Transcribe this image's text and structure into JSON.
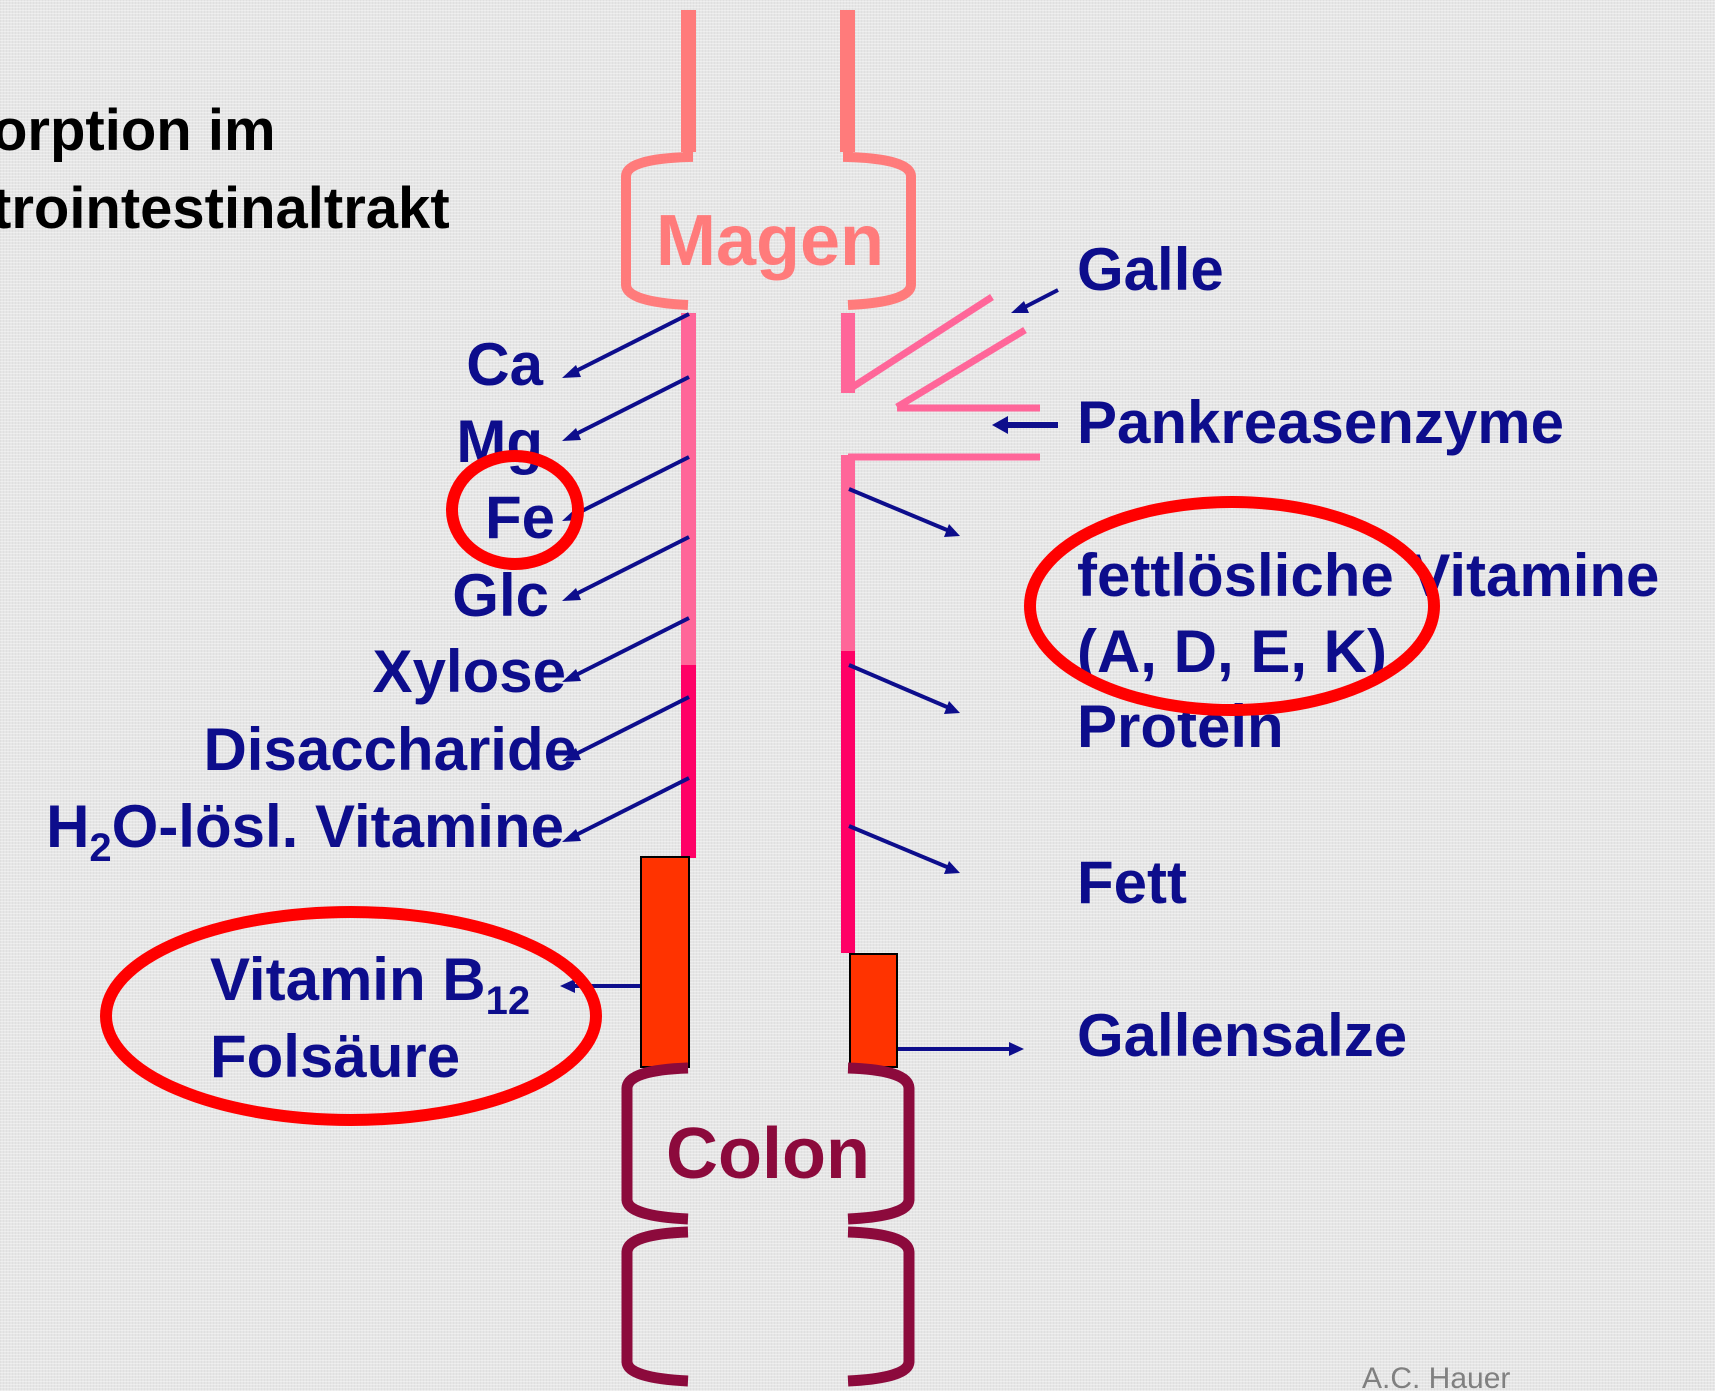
{
  "title": {
    "line1": "orption im",
    "line2": "trointestinaltrakt"
  },
  "organs": {
    "stomach": "Magen",
    "colon": "Colon"
  },
  "left_labels": {
    "ca": "Ca",
    "mg": "Mg",
    "fe": "Fe",
    "glc": "Glc",
    "xylose": "Xylose",
    "disaccharide": "Disaccharide",
    "water_soluble": {
      "prefix": "H",
      "sub": "2",
      "suffix": "O-lösl. Vitamine"
    },
    "b12": {
      "prefix": "Vitamin B",
      "sub": "12"
    },
    "folic": "Folsäure"
  },
  "right_labels": {
    "bile": "Galle",
    "pancreas": "Pankreasenzyme",
    "fat_soluble_line1": "fettlösliche Vitamine",
    "fat_soluble_line2": "(A, D, E, K)",
    "protein": "Protein",
    "fat": "Fett",
    "bile_salts": "Gallensalze"
  },
  "credit": "A.C. Hauer",
  "colors": {
    "label_navy": "#0d0d8c",
    "stomach_pink": "#ff7b7b",
    "duodenum_pink": "#ff6699",
    "jejunum_magenta": "#ff0066",
    "ileum_orange": "#ff3300",
    "colon_maroon": "#8c0a3c",
    "highlight_red": "#ff0000"
  }
}
